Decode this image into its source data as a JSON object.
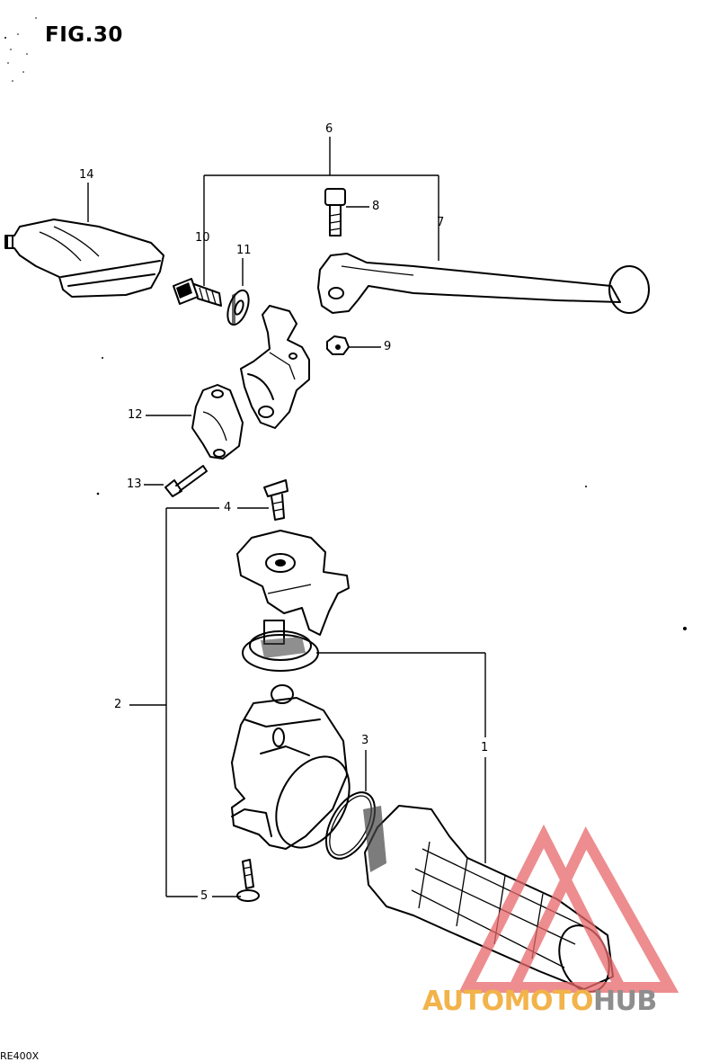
{
  "figure": {
    "title": "FIG.30"
  },
  "callouts": [
    {
      "id": "1",
      "label": "1"
    },
    {
      "id": "2",
      "label": "2"
    },
    {
      "id": "3",
      "label": "3"
    },
    {
      "id": "4",
      "label": "4"
    },
    {
      "id": "5",
      "label": "5"
    },
    {
      "id": "6",
      "label": "6"
    },
    {
      "id": "7",
      "label": "7"
    },
    {
      "id": "8",
      "label": "8"
    },
    {
      "id": "9",
      "label": "9"
    },
    {
      "id": "10",
      "label": "10"
    },
    {
      "id": "11",
      "label": "11"
    },
    {
      "id": "12",
      "label": "12"
    },
    {
      "id": "13",
      "label": "13"
    },
    {
      "id": "14",
      "label": "14"
    }
  ],
  "watermark": {
    "part1": "AUTOMOTO",
    "part2": "HUB",
    "logo": "triangle-logo-icon",
    "color_primary": "#f2b34a",
    "color_logo": "#e8686a",
    "color_secondary": "#8e8e8e"
  },
  "footer": {
    "code": "RE400X"
  }
}
